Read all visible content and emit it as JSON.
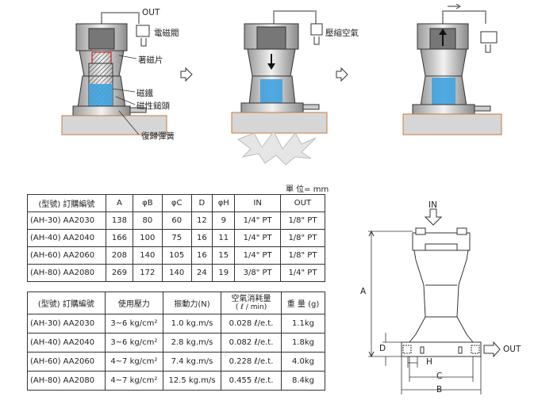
{
  "illustration": {
    "step1_labels": {
      "out": "OUT",
      "valve": "電磁閥",
      "magnet": "著磁片",
      "iron": "磁鐵",
      "head": "磁性鎚頭",
      "spring": "復歸彈簧"
    },
    "step2_labels": {
      "air": "壓縮空氣"
    }
  },
  "dimension_drawing": {
    "in": "IN",
    "out": "OUT",
    "a": "A",
    "b": "B",
    "c": "C",
    "d": "D",
    "h": "H"
  },
  "unit_note": "單 位= mm",
  "dimension_table": {
    "headers": [
      "(型號) 訂購編號",
      "A",
      "φB",
      "φC",
      "D",
      "φH",
      "IN",
      "OUT"
    ],
    "rows": [
      [
        "(AH-30) AA2030",
        "138",
        "80",
        "60",
        "12",
        "9",
        "1/4\" PT",
        "1/8\" PT"
      ],
      [
        "(AH-40) AA2040",
        "166",
        "100",
        "75",
        "16",
        "11",
        "1/4\" PT",
        "1/8\" PT"
      ],
      [
        "(AH-60) AA2060",
        "208",
        "140",
        "105",
        "16",
        "15",
        "1/4\" PT",
        "1/8\" PT"
      ],
      [
        "(AH-80) AA2080",
        "269",
        "172",
        "140",
        "24",
        "19",
        "3/8\" PT",
        "1/4\" PT"
      ]
    ]
  },
  "spec_table": {
    "headers": [
      "(型號) 訂購編號",
      "使用壓力",
      "振動力(N)",
      "空氣消耗量",
      "( ℓ / min)",
      "重 量 (g)"
    ],
    "rows": [
      [
        "(AH-30) AA2030",
        "3~6 kg/cm²",
        "1.0 kg.m/s",
        "0.028 ℓ/e.t.",
        "1.1kg"
      ],
      [
        "(AH-40) AA2040",
        "3~6 kg/cm²",
        "2.8 kg.m/s",
        "0.082 ℓ/e.t.",
        "1.8kg"
      ],
      [
        "(AH-60) AA2060",
        "4~7 kg/cm²",
        "7.4 kg.m/s",
        "0.228 ℓ/e.t.",
        "4.0kg"
      ],
      [
        "(AH-80) AA2080",
        "4~7 kg/cm²",
        "12.5 kg.m/s",
        "0.455 ℓ/e.t.",
        "8.4kg"
      ]
    ]
  }
}
